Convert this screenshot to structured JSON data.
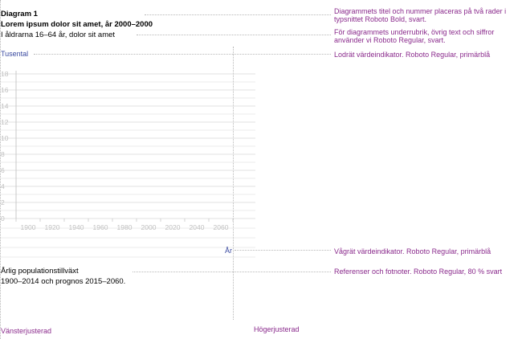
{
  "header": {
    "number": "Diagram 1",
    "title": "Lorem ipsum dolor sit amet, år 2000–2000",
    "subtitle": "I åldrarna 16–64 år, dolor sit amet"
  },
  "chart_data": {
    "type": "line",
    "ylabel": "Tusental",
    "xlabel": "År",
    "yticks": [
      "0",
      "2",
      "4",
      "6",
      "8",
      "10",
      "12",
      "14",
      "16",
      "18"
    ],
    "xticks": [
      "1900",
      "1920",
      "1940",
      "1960",
      "1980",
      "2000",
      "2020",
      "2040",
      "2060"
    ],
    "ylim": [
      0,
      18
    ],
    "xlim": [
      1890,
      2070
    ],
    "series": [],
    "grid": true
  },
  "footnote": {
    "line1": "Årlig populationstillväxt",
    "line2": "1900–2014 och prognos 2015–2060."
  },
  "annotations": {
    "title_note": "Diagrammets titel och nummer placeras på två rader i typsnittet Roboto Bold, svart.",
    "subtitle_note": "För diagrammets underrubrik, övrig text och siffror använder vi Roboto Regular, svart.",
    "vertical_note": "Lodrät värdeindikator. Roboto Regular, primärblå",
    "horizontal_note": "Vågrät värdeindikator. Roboto Regular, primärblå",
    "footnote_note": "Referenser och fotnoter. Roboto Regular, 80 % svart"
  },
  "alignment": {
    "left": "Vänsterjusterad",
    "right": "Högerjusterad"
  },
  "colors": {
    "annotation": "#8a2a8c",
    "indicator": "#3a4aa0",
    "grid": "#d8d8d8",
    "guide": "#b8b8b8"
  }
}
